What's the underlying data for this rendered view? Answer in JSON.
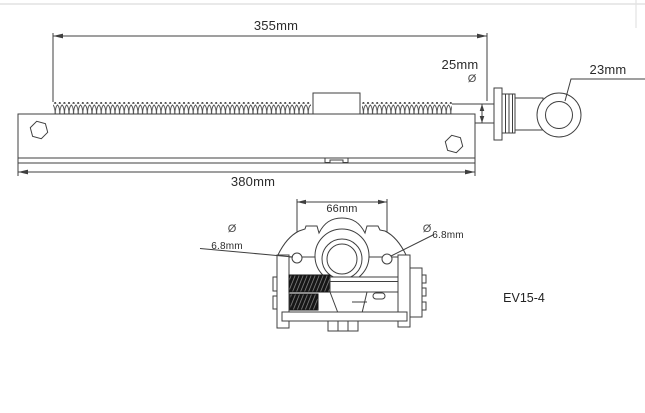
{
  "drawing": {
    "model_label": "EV15-4",
    "top_view": {
      "dim_rack_length": "355mm",
      "dim_rod_diameter": "25mm",
      "dim_eye_diameter": "23mm",
      "dim_body_length": "380mm",
      "diameter_symbol": "Ø"
    },
    "bottom_view": {
      "dim_hole_spacing": "66mm",
      "dim_hole_left": "6.8mm",
      "dim_hole_right": "6.8mm",
      "diameter_symbol": "Ø"
    },
    "colors": {
      "line": "#3f3f3f",
      "text": "#2b2b2b",
      "background": "#ffffff",
      "worm_fill": "#161616",
      "page_edge": "#dcdcdc"
    }
  }
}
